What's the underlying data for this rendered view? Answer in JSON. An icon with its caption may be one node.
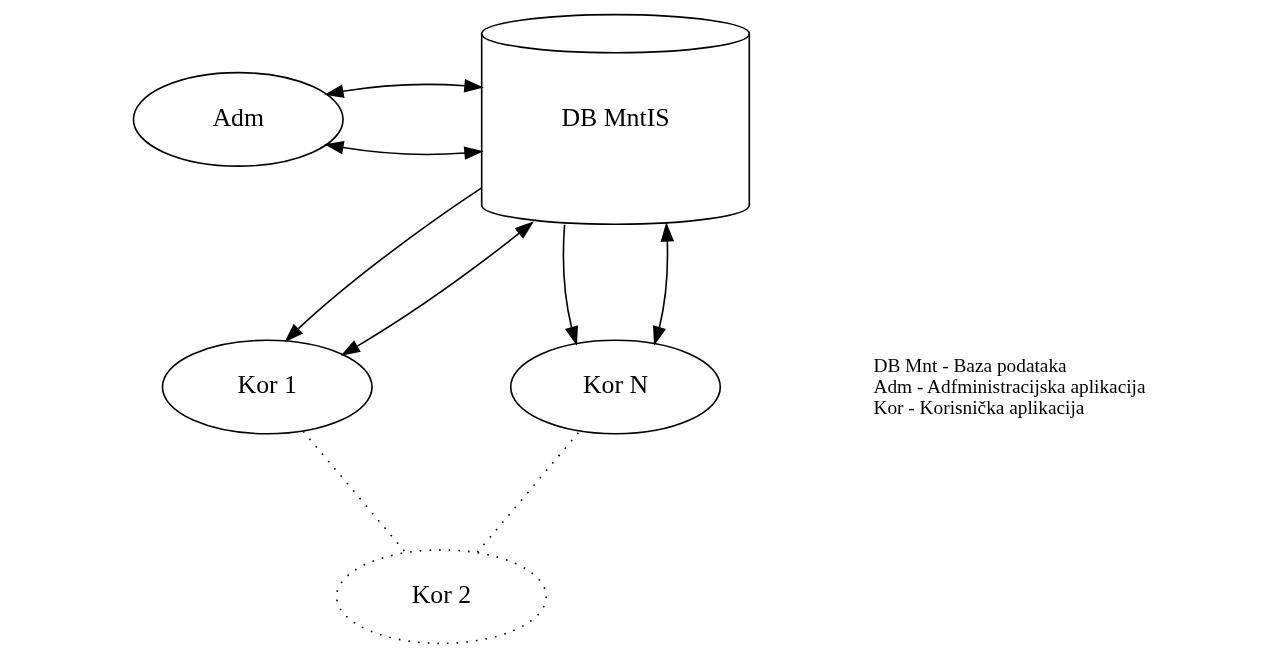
{
  "diagram": {
    "nodes": [
      {
        "text": [
          "Adm"
        ]
      },
      {
        "text": [
          "DB MntIS"
        ]
      },
      {
        "text": [
          "Kor 1"
        ]
      },
      {
        "text": [
          "Kor N"
        ]
      },
      {
        "text": [
          "Kor 2"
        ]
      }
    ],
    "edges": [
      {
        "from": 0,
        "to": 1,
        "arrow": "both"
      },
      {
        "from": 0,
        "to": 1,
        "arrow": "both"
      },
      {
        "from": 1,
        "to": 2,
        "arrow": "to"
      },
      {
        "from": 2,
        "to": 1,
        "arrow": "both"
      },
      {
        "from": 1,
        "to": 3,
        "arrow": "to"
      },
      {
        "from": 1,
        "to": 3,
        "arrow": "both"
      },
      {
        "from": 2,
        "to": 4,
        "arrow": "none",
        "style": "dashed"
      },
      {
        "from": 4,
        "to": 3,
        "arrow": "none",
        "style": "dashed"
      }
    ],
    "labels": [
      "DB Mnt - Baza podataka",
      "Adm - Adfministracijska aplikacija",
      "Kor - Korisnička aplikacija"
    ]
  }
}
